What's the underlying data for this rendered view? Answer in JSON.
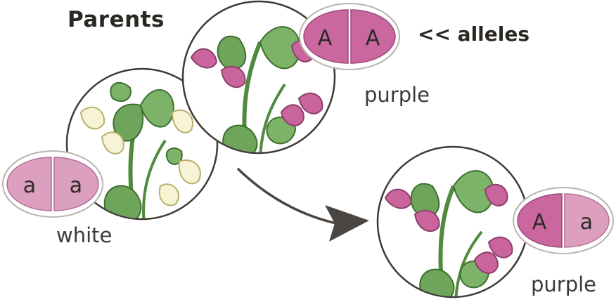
{
  "title": "Parents",
  "alleles_note": "<< alleles",
  "white_parent": {
    "label": "white",
    "alleles": [
      "a",
      "a"
    ]
  },
  "purple_parent": {
    "label": "purple",
    "alleles": [
      "A",
      "A"
    ]
  },
  "offspring": {
    "label": "purple",
    "alleles": [
      "A",
      "a"
    ]
  },
  "colors": {
    "purple_flower": "#c9649c",
    "white_flower": "#f7f3d5",
    "leaf": "#6ea55a",
    "dominant_allele": "#c9679e",
    "recessive_allele": "#dc9fc0",
    "arrow": "#4a4541"
  }
}
